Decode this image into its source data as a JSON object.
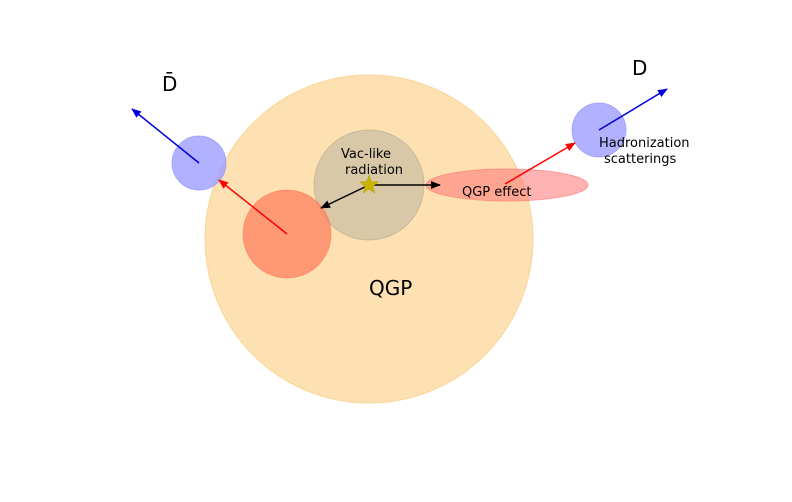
{
  "labels": {
    "qgp": "QGP",
    "vac_line1": "Vac-like",
    "vac_line2": "radiation",
    "qgp_effect": "QGP effect",
    "hadron_line1": "Hadronization",
    "hadron_line2": "scatterings",
    "d_meson": "D",
    "dbar_meson": "D̄"
  },
  "colors": {
    "qgp_medium": "#fdd492",
    "vac_region": "#c9b99a",
    "qgp_effect": "#ff7f7f",
    "parton": "#ff7f5f",
    "hadron": "#9e9eff",
    "arrow_red": "#ff0000",
    "arrow_blue": "#0000dd",
    "arrow_black": "#000000",
    "star": "#c8b400"
  }
}
